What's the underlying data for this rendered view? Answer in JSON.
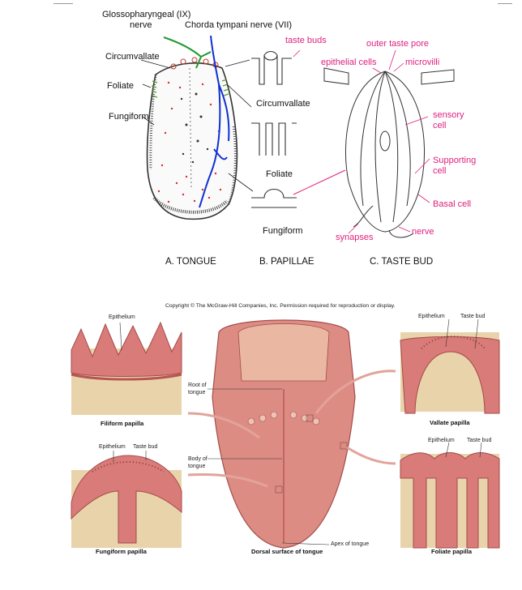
{
  "top_figure": {
    "labels": {
      "glossopharyngeal": "Glossopharyngeal (IX)",
      "glossopharyngeal_2": "nerve",
      "chorda_tympani": "Chorda tympani nerve (VII)",
      "circumvallate_left": "Circumvallate",
      "foliate_left": "Foliate",
      "fungiform_left": "Fungiform",
      "taste_buds": "taste buds",
      "circumvallate_mid": "Circumvallate",
      "foliate_mid": "Foliate",
      "fungiform_mid": "Fungiform",
      "outer_taste_pore": "outer taste pore",
      "epithelial_cells": "epithelial cells",
      "microvilli": "microvilli",
      "sensory_cell": "sensory",
      "sensory_cell_2": "cell",
      "supporting_cell": "Supporting",
      "supporting_cell_2": "cell",
      "basal_cell": "Basal cell",
      "nerve": "nerve",
      "synapses": "synapses"
    },
    "captions": {
      "tongue": "A.  TONGUE",
      "papillae": "B. PAPILLAE",
      "taste_bud": "C. TASTE BUD"
    }
  },
  "bottom_figure": {
    "copyright": "Copyright © The McGraw-Hill Companies, Inc. Permission required for reproduction or display.",
    "labels": {
      "filiform_epithelium": "Epithelium",
      "vallate_epithelium": "Epithelium",
      "vallate_taste_bud": "Taste bud",
      "fungiform_epithelium": "Epithelium",
      "fungiform_taste_bud": "Taste bud",
      "foliate_epithelium": "Epithelium",
      "foliate_taste_bud": "Taste bud",
      "root_of_tongue": "Root of",
      "root_of_tongue_2": "tongue",
      "body_of_tongue": "Body of",
      "body_of_tongue_2": "tongue",
      "apex_of_tongue": "Apex of tongue"
    },
    "captions": {
      "filiform": "Filiform papilla",
      "vallate": "Vallate papilla",
      "fungiform": "Fungiform papilla",
      "foliate": "Foliate papilla",
      "dorsal": "Dorsal surface of tongue"
    }
  },
  "colors": {
    "glossopharyngeal_nerve": "#1f9a2e",
    "chorda_tympani_nerve": "#1030d0",
    "magenta_labels": "#e0207e",
    "tissue_pink": "#d97b78",
    "tissue_beige": "#e8d3ab"
  }
}
